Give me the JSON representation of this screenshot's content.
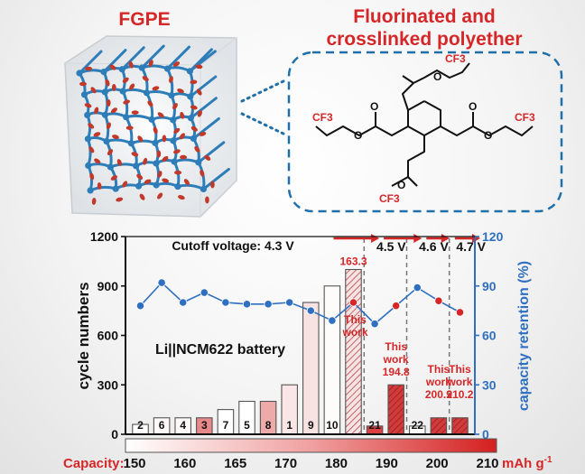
{
  "top": {
    "left_label": "FGPE",
    "right_title_line1": "Fluorinated and",
    "right_title_line2": "crosslinked polyether",
    "mol_labels": {
      "cf3": "CF3",
      "o": "O"
    }
  },
  "chart_data": {
    "type": "bar",
    "title": "Cutoff voltage: 4.3 V",
    "battery_label": "Li||NCM622 battery",
    "ylabel_left": "cycle numbers",
    "ylabel_right": "capacity retention (%)",
    "ylim_left": [
      0,
      1200
    ],
    "ylim_right": [
      0,
      120
    ],
    "yticks_left": [
      "0",
      "300",
      "600",
      "900",
      "1200"
    ],
    "yticks_right": [
      "0",
      "30",
      "60",
      "90",
      "120"
    ],
    "voltage_labels": [
      "4.5 V",
      "4.6 V",
      "4.7 V"
    ],
    "bars": [
      {
        "label": "2",
        "cycles": 60,
        "capacity": 150,
        "retention": 78
      },
      {
        "label": "6",
        "cycles": 100,
        "capacity": 152,
        "retention": 92
      },
      {
        "label": "4",
        "cycles": 100,
        "capacity": 152,
        "retention": 80
      },
      {
        "label": "3",
        "cycles": 100,
        "capacity": 183,
        "retention": 86
      },
      {
        "label": "7",
        "cycles": 150,
        "capacity": 150,
        "retention": 80
      },
      {
        "label": "5",
        "cycles": 200,
        "capacity": 150,
        "retention": 79
      },
      {
        "label": "8",
        "cycles": 200,
        "capacity": 174,
        "retention": 79
      },
      {
        "label": "1",
        "cycles": 300,
        "capacity": 157,
        "retention": 80
      },
      {
        "label": "9",
        "cycles": 800,
        "capacity": 158,
        "retention": 75
      },
      {
        "label": "10",
        "cycles": 900,
        "capacity": 151,
        "retention": 69
      },
      {
        "label": "",
        "cycles": 1000,
        "capacity": 163.3,
        "retention": 80,
        "this_work": true,
        "value_label": "163.3"
      },
      {
        "label": "21",
        "cycles": 50,
        "capacity": 203,
        "retention": 67
      },
      {
        "label": "",
        "cycles": 300,
        "capacity": 194.8,
        "retention": 78,
        "this_work": true,
        "value_label": "194.8",
        "work_label": [
          "This",
          "work"
        ]
      },
      {
        "label": "22",
        "cycles": 50,
        "capacity": 151,
        "retention": 89
      },
      {
        "label": "",
        "cycles": 100,
        "capacity": 200.9,
        "retention": 81,
        "this_work": true,
        "value_label": "200.9",
        "work_label": [
          "This",
          "work"
        ]
      },
      {
        "label": "",
        "cycles": 100,
        "capacity": 210.2,
        "retention": 74,
        "this_work": true,
        "value_label": "210.2",
        "work_label": [
          "This",
          "work"
        ]
      }
    ],
    "first_work_label": [
      "This",
      "work"
    ],
    "colorbar": {
      "label": "Capacity:",
      "ticks": [
        "150",
        "160",
        "165",
        "170",
        "180",
        "190",
        "200",
        "210"
      ],
      "unit": "mAh g",
      "unit_sup": "-1",
      "min": 150,
      "max": 212
    },
    "colors": {
      "bar_outline": "#555555",
      "retention_line": "#2f6fc1",
      "accent_red": "#d62728",
      "right_axis": "#2f6fc1"
    }
  }
}
